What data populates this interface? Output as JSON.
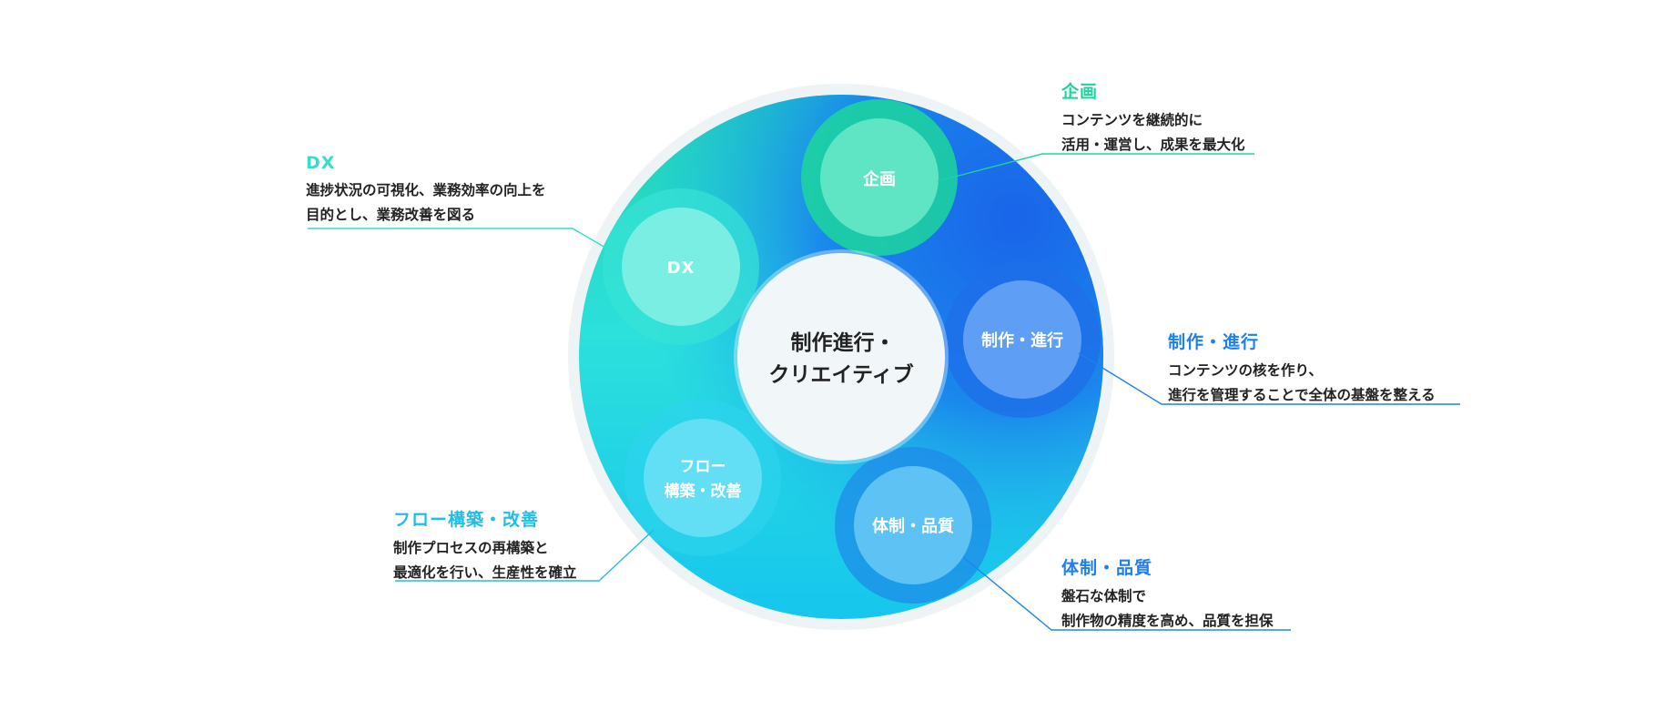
{
  "center": {
    "line1": "制作進行・",
    "line2": "クリエイティブ"
  },
  "nodes": {
    "kikaku": {
      "label": "企画"
    },
    "dx": {
      "label": "DX"
    },
    "seisaku": {
      "label": "制作・進行"
    },
    "flow": {
      "line1": "フロー",
      "line2": "構築・改善"
    },
    "taisei": {
      "label": "体制・品質"
    }
  },
  "annotations": {
    "kikaku": {
      "title": "企画",
      "line1": "コンテンツを継続的に",
      "line2": "活用・運営し、成果を最大化"
    },
    "dx": {
      "title": "DX",
      "line1": "進捗状況の可視化、業務効率の向上を",
      "line2": "目的とし、業務改善を図る"
    },
    "seisaku": {
      "title": "制作・進行",
      "line1": "コンテンツの核を作り、",
      "line2": "進行を管理することで全体の基盤を整える"
    },
    "flow": {
      "title": "フロー構築・改善",
      "line1": "制作プロセスの再構築と",
      "line2": "最適化を行い、生産性を確立"
    },
    "taisei": {
      "title": "体制・品質",
      "line1": "盤石な体制で",
      "line2": "制作物の精度を高め、品質を担保"
    }
  },
  "colors": {
    "green": "#1ed3a0",
    "teal": "#37dccc",
    "blue": "#1e7ff0",
    "sky": "#21bde9",
    "text": "#222222"
  }
}
